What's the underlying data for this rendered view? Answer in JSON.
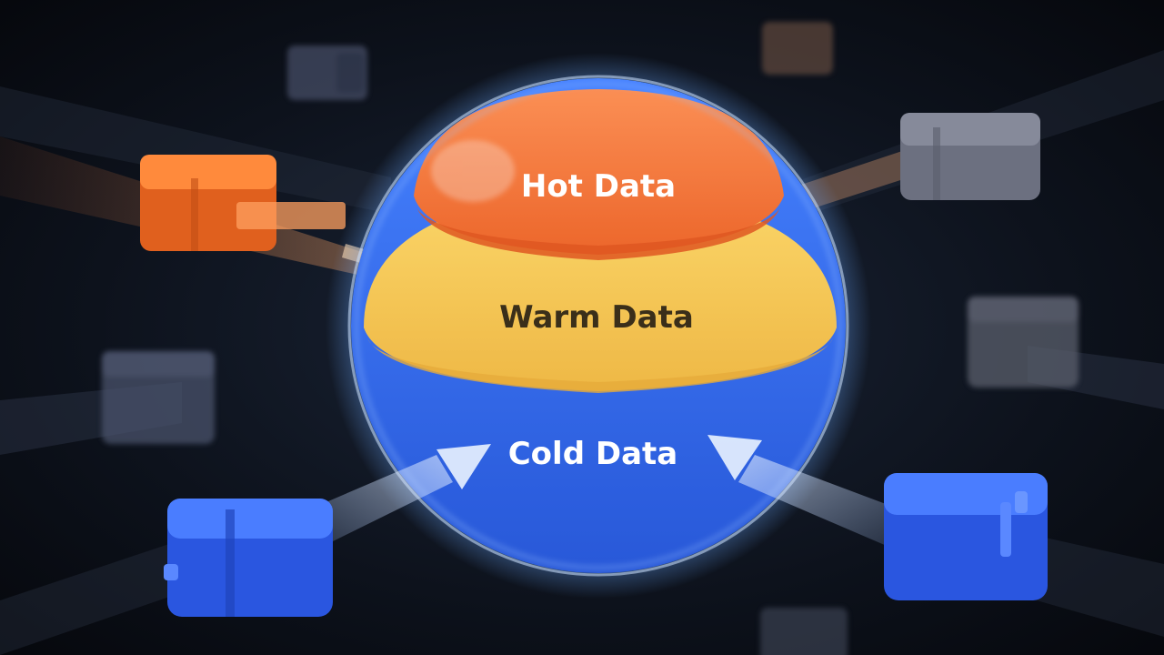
{
  "diagram": {
    "tiers": [
      {
        "id": "hot",
        "label": "Hot Data",
        "color": "#f8752c",
        "text_color": "#ffffff"
      },
      {
        "id": "warm",
        "label": "Warm Data",
        "color": "#f7c544",
        "text_color": "#3a2f1a"
      },
      {
        "id": "cold",
        "label": "Cold Data",
        "color": "#2f6cf0",
        "text_color": "#ffffff"
      }
    ],
    "sphere_glow_color": "#7fb9ff",
    "background_color": "#0a0e16",
    "blocks": [
      {
        "name": "hot-data-block",
        "color": "#f0702a"
      },
      {
        "name": "cold-data-block-left",
        "color": "#3565f0"
      },
      {
        "name": "cold-data-block-right",
        "color": "#3565f0"
      },
      {
        "name": "inactive-block",
        "color": "#5a6070"
      }
    ]
  }
}
